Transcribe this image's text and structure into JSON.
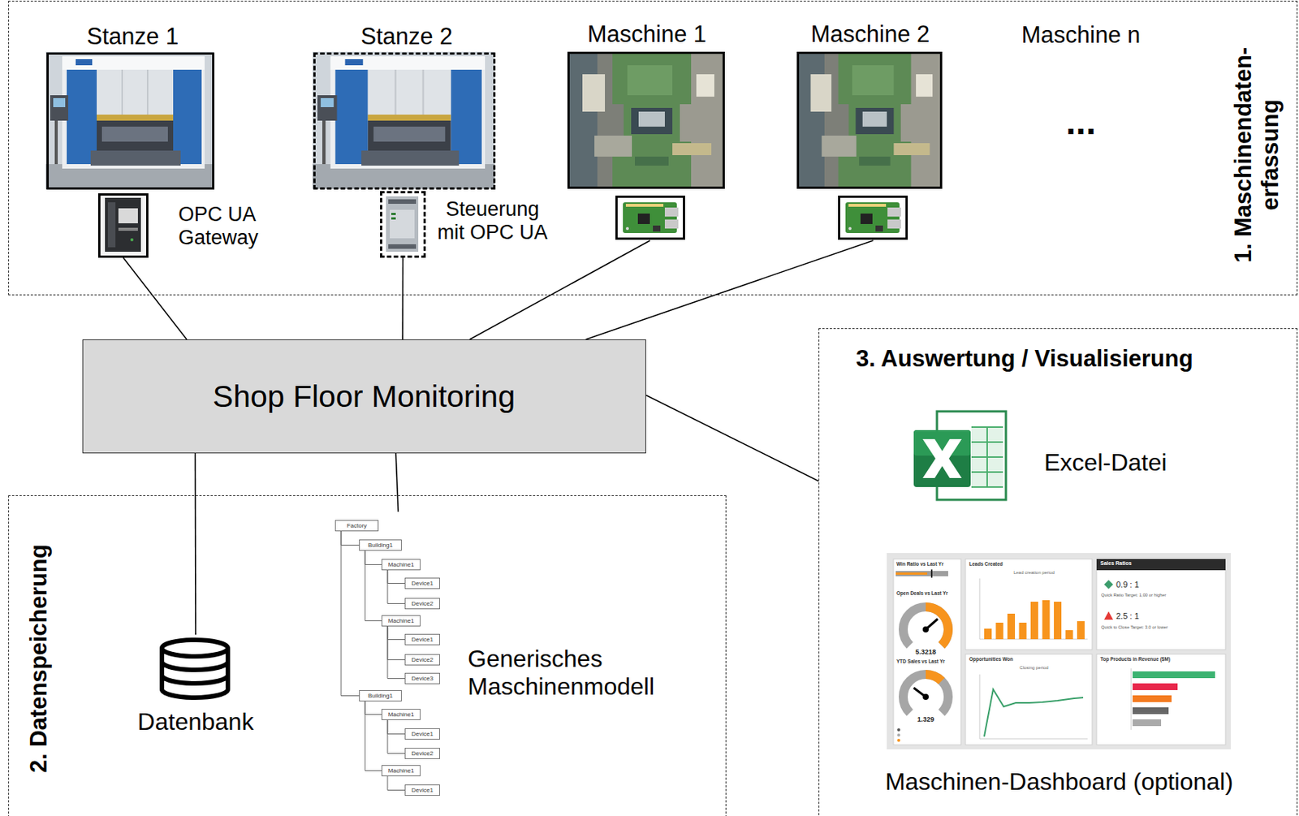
{
  "diagram": {
    "nodes": [
      {
        "text": [
          "1. Maschinendaten- erfassung"
        ]
      },
      {
        "text": [
          "Stanze 1"
        ],
        "in": 0
      },
      {
        "text": [
          "Stanze 2"
        ],
        "in": 0
      },
      {
        "text": [
          "Maschine 1"
        ],
        "in": 0
      },
      {
        "text": [
          "Maschine 2"
        ],
        "in": 0
      },
      {
        "text": [
          "OPC UA Gateway"
        ],
        "in": 0
      },
      {
        "text": [
          "Steuerung mit OPC UA"
        ],
        "in": 0
      },
      {
        "text": [
          "Shop Floor Monitoring"
        ]
      },
      {
        "text": [
          "3. Auswertung / Visualisierung"
        ]
      },
      {
        "text": [
          "Excel-Datei"
        ],
        "in": 8
      },
      {
        "text": [
          "Maschinen-Dashboard (optional)"
        ],
        "in": 8
      },
      {
        "text": [
          "2. Datenspeicherung"
        ]
      },
      {
        "text": [
          "Datenbank"
        ],
        "in": 11
      },
      {
        "text": [
          "Generisches Maschinenmodell"
        ],
        "in": 11
      },
      {
        "text": [
          "Factory"
        ],
        "in": 13
      },
      {
        "text": [
          "Building1"
        ],
        "in": 13
      },
      {
        "text": [
          "Machine1"
        ],
        "in": 13
      },
      {
        "text": [
          "Device1"
        ],
        "in": 13
      },
      {
        "text": [
          "Device2"
        ],
        "in": 13
      },
      {
        "text": [
          "Machine1"
        ],
        "in": 13
      },
      {
        "text": [
          "Device1"
        ],
        "in": 13
      },
      {
        "text": [
          "Device2"
        ],
        "in": 13
      },
      {
        "text": [
          "Device3"
        ],
        "in": 13
      },
      {
        "text": [
          "Building1"
        ],
        "in": 13
      },
      {
        "text": [
          "Machine1"
        ],
        "in": 13
      },
      {
        "text": [
          "Device1"
        ],
        "in": 13
      },
      {
        "text": [
          "Device2"
        ],
        "in": 13
      },
      {
        "text": [
          "Machine1"
        ],
        "in": 13
      },
      {
        "text": [
          "Device1"
        ],
        "in": 13
      }
    ],
    "edges": [
      {
        "from": 7,
        "to": 5,
        "arrow": "none"
      },
      {
        "from": 7,
        "to": 6,
        "arrow": "none"
      },
      {
        "from": 7,
        "to": 3,
        "arrow": "none"
      },
      {
        "from": 7,
        "to": 4,
        "arrow": "none"
      },
      {
        "from": 7,
        "to": 12,
        "arrow": "none"
      },
      {
        "from": 7,
        "to": 13,
        "arrow": "none"
      },
      {
        "from": 7,
        "to": 8,
        "arrow": "none"
      },
      {
        "from": 14,
        "to": 15,
        "arrow": "none"
      },
      {
        "from": 15,
        "to": 16,
        "arrow": "none"
      },
      {
        "from": 16,
        "to": 17,
        "arrow": "none"
      },
      {
        "from": 16,
        "to": 18,
        "arrow": "none"
      },
      {
        "from": 15,
        "to": 19,
        "arrow": "none"
      },
      {
        "from": 19,
        "to": 20,
        "arrow": "none"
      },
      {
        "from": 19,
        "to": 21,
        "arrow": "none"
      },
      {
        "from": 19,
        "to": 22,
        "arrow": "none"
      },
      {
        "from": 14,
        "to": 23,
        "arrow": "none"
      },
      {
        "from": 23,
        "to": 24,
        "arrow": "none"
      },
      {
        "from": 24,
        "to": 25,
        "arrow": "none"
      },
      {
        "from": 24,
        "to": 26,
        "arrow": "none"
      },
      {
        "from": 23,
        "to": 27,
        "arrow": "none"
      },
      {
        "from": 27,
        "to": 28,
        "arrow": "none"
      }
    ],
    "labels": [
      "Maschine n",
      "...",
      "Win Ratio vs Last Yr",
      "Open Deals vs Last Yr",
      "5.3218",
      "YTD Sales vs Last Yr",
      "1.329",
      "Leads Created",
      "Lead creation period",
      "Sales Ratios",
      "0.9 : 1",
      "Quick Ratio Target: 1,00 or higher",
      "2.5 : 1",
      "Quick to Close Target: 3.0 or lower",
      "Opportunities Won",
      "Closing period",
      "Top Products in Revenue ($M)"
    ]
  }
}
